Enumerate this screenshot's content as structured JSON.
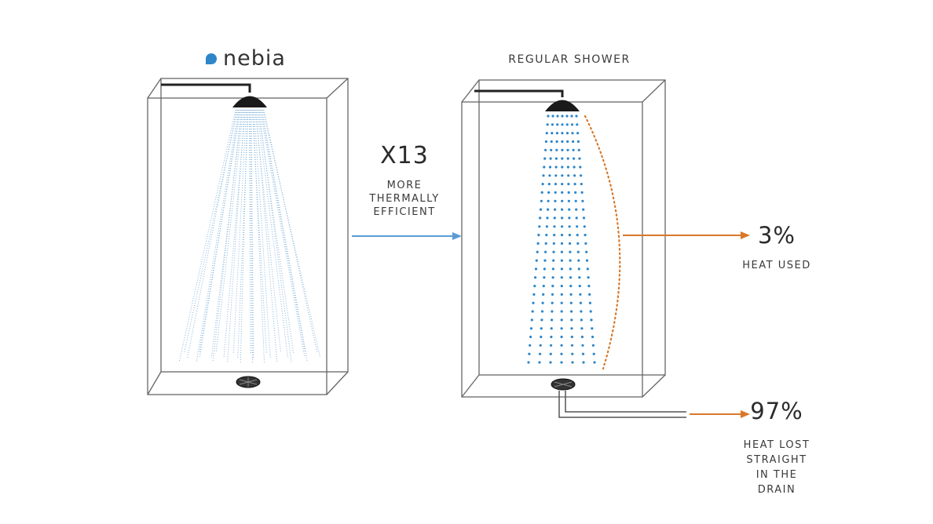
{
  "brand": {
    "name": "nebia",
    "color": "#2e86c9"
  },
  "regular": {
    "title": "REGULAR SHOWER"
  },
  "comparison": {
    "factor": "X13",
    "description": "MORE\nTHERMALLY\nEFFICIENT"
  },
  "heat_used": {
    "percent": "3%",
    "label": "HEAT USED"
  },
  "heat_lost": {
    "percent": "97%",
    "label": "HEAT LOST\nSTRAIGHT\nIN THE\nDRAIN"
  },
  "colors": {
    "water": "#2e86c9",
    "mist": "#6fa8d6",
    "heat": "#d9782a",
    "outline": "#555555",
    "arrow_blue": "#5b9bd5"
  },
  "icons": {
    "showerhead": "showerhead-icon",
    "drain": "drain-icon",
    "pipe": "pipe-icon"
  }
}
